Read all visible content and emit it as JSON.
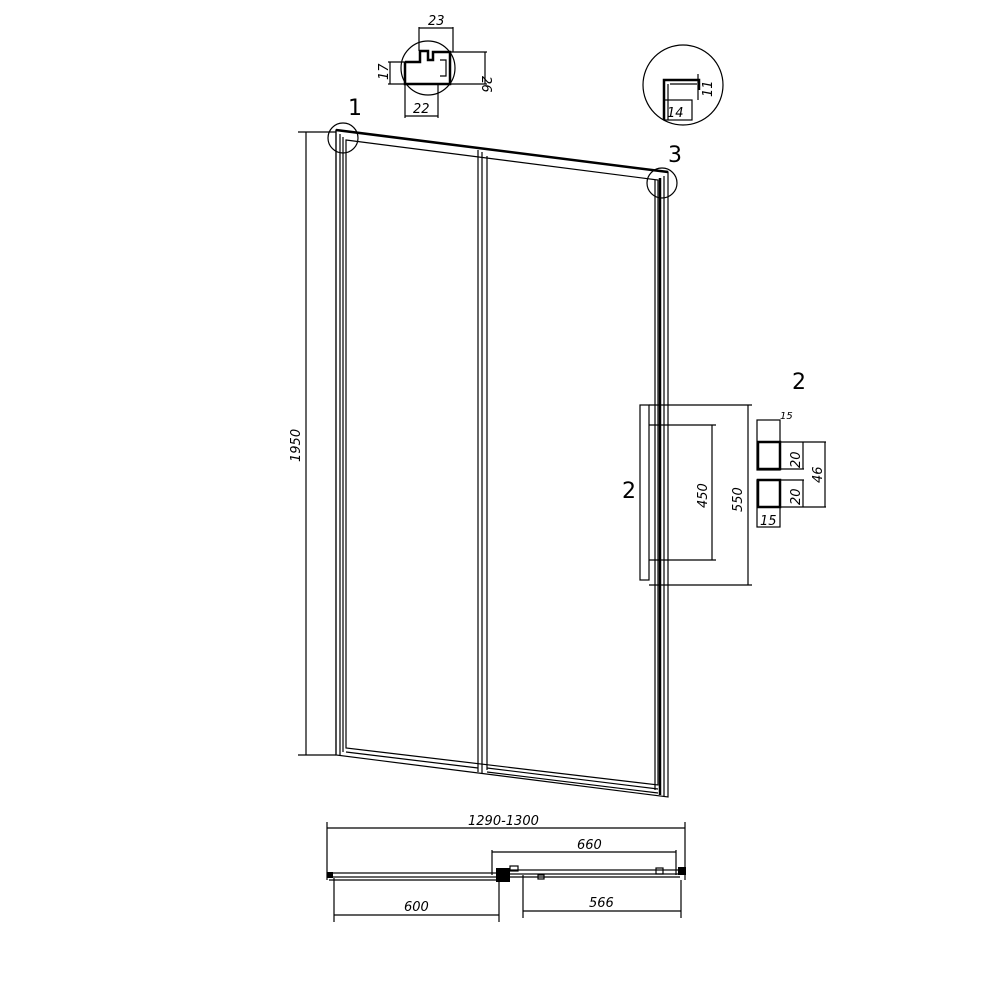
{
  "drawing": {
    "callouts": {
      "detail_1": "1",
      "detail_2_side": "2",
      "detail_2_top": "2",
      "detail_3": "3"
    },
    "dimensions": {
      "height": "1950",
      "handle_inner": "450",
      "handle_outer": "550",
      "total_width": "1290-1300",
      "fixed_panel": "600",
      "door_panel": "660",
      "opening": "566"
    },
    "detail_1_dims": {
      "top": "23",
      "right": "26",
      "left": "17",
      "bottom": "22"
    },
    "detail_2_dims": {
      "top_width": "15",
      "upper_height": "20",
      "lower_height": "20",
      "total_height": "46",
      "bottom_width": "15"
    },
    "detail_3_dims": {
      "width": "14",
      "height": "11"
    }
  }
}
